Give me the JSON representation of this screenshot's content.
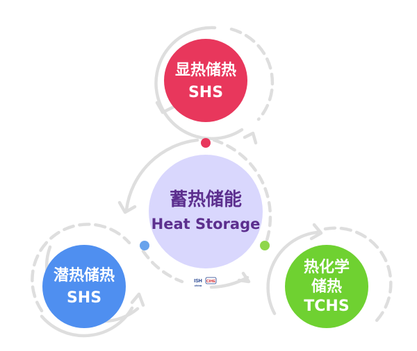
{
  "center": {
    "title_cn": "蓄热储能",
    "title_en": "Heat Storage",
    "fill_color": "#d9d7fd",
    "text_color": "#5c2f8e"
  },
  "nodes": [
    {
      "id": "top",
      "line1": "显热储热",
      "line2": "SHS",
      "color": "#e8375c",
      "dot_color": "#e8375c"
    },
    {
      "id": "left",
      "line1": "潜热储热",
      "line2": "SHS",
      "color": "#4f8ff0",
      "dot_color": "#68a3ec"
    },
    {
      "id": "right",
      "line1": "热化学",
      "line2": "储热",
      "line3": "TCHS",
      "color": "#6fd131",
      "dot_color": "#8fd64a"
    }
  ],
  "logo": {
    "left": "ISH",
    "left_sub": "china",
    "right": "CIHE",
    "colors": [
      "#1c3d8c",
      "#d2232a"
    ]
  },
  "connector_color": "#dedede"
}
